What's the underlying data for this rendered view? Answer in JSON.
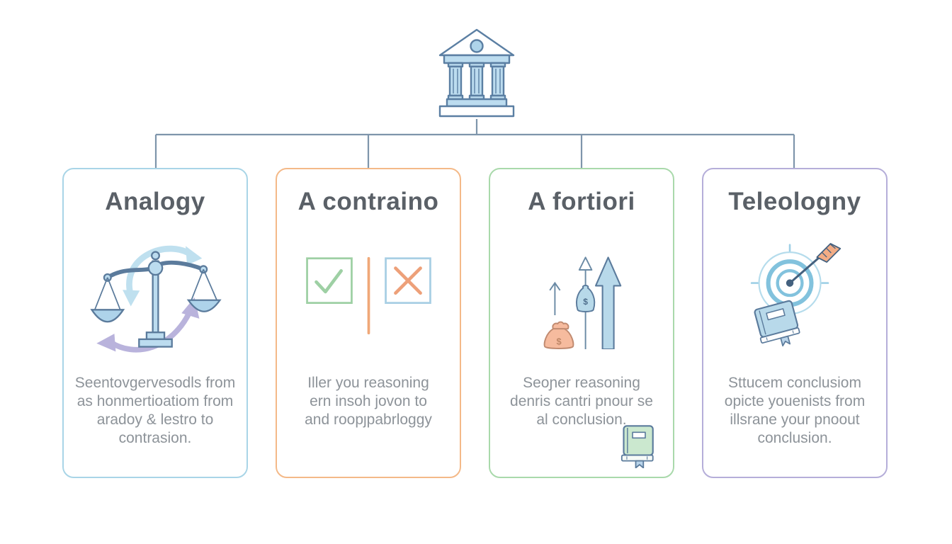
{
  "header": {
    "icon": "courthouse-icon"
  },
  "tree": {
    "connector_color": "#7e95ab"
  },
  "cards": [
    {
      "title": "Analogy",
      "border_color": "#a9d5e7",
      "icon": "balance-scale-swap-icon",
      "body": "Seentovgervesodls from\nas honmertioatiom from\naradoy & lestro to\ncontrasion."
    },
    {
      "title": "A contraino",
      "border_color": "#f4b988",
      "icon": "check-vs-cross-icon",
      "body": "Iller you reasoning\nern insoh jovon to\nand roopȷpabrloggy"
    },
    {
      "title": "A fortiori",
      "border_color": "#a9d9ab",
      "icon": "money-growth-arrows-icon",
      "corner_icon": "green-book-icon",
      "body": "Seoɲer reasoning\ndenris cantri pnour se\nal conclusion."
    },
    {
      "title": "Teleologny",
      "border_color": "#b5aed9",
      "icon": "target-arrow-book-icon",
      "body": "Sttucem conclusiom\nopicte youenists from\nillsrane your pnoout\nconclusion."
    }
  ],
  "icons": {
    "dollar": "$"
  },
  "palette": {
    "outline_blue": "#5b7b9c",
    "fill_light_blue": "#bcdcef",
    "connector": "#7e95ab",
    "title_text": "#5a6067",
    "body_text": "#8d9399",
    "check_green": "#9ed0a4",
    "cross_orange": "#eda079",
    "divider_orange": "#f0a878",
    "arrow_light_blue": "#bfe0ef",
    "arrow_purple": "#b9b3dc",
    "bag_orange": "#f6bb9e",
    "book_green": "#cbe8cf",
    "fletching_orange": "#f2ac85",
    "target_ring_blue": "#82c2dd"
  }
}
